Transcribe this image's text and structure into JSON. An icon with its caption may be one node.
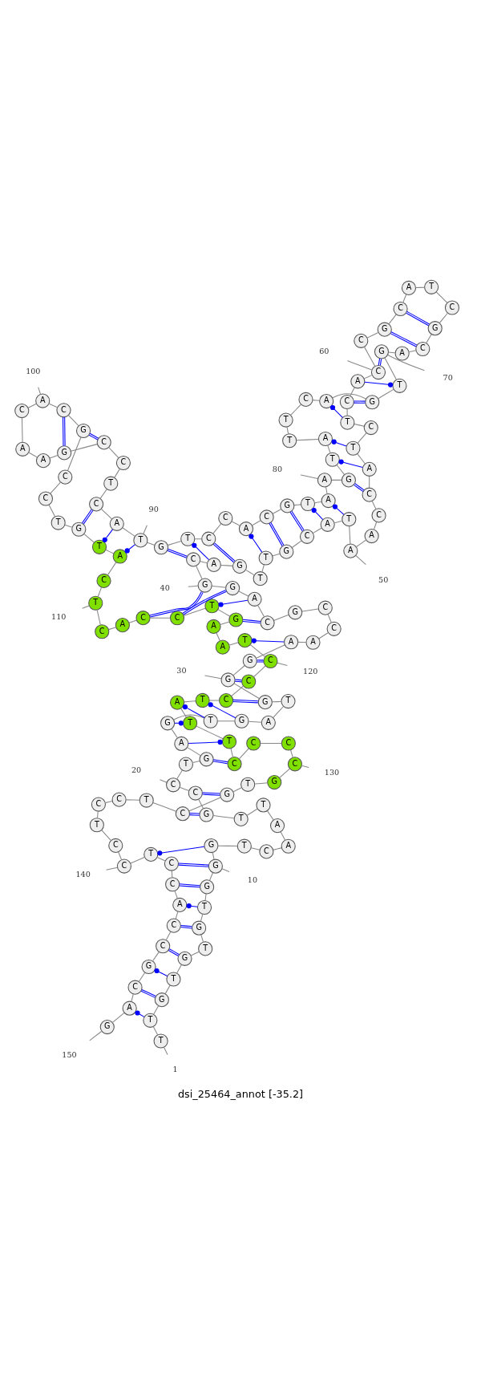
{
  "diagram": {
    "title": "dsi_25464_annot [-35.2]",
    "nodes": [
      {
        "text": [
          "T"
        ]
      },
      {
        "text": [
          "T"
        ]
      },
      {
        "text": [
          "G"
        ]
      },
      {
        "text": [
          "T"
        ]
      },
      {
        "text": [
          "G"
        ]
      },
      {
        "text": [
          "T"
        ]
      },
      {
        "text": [
          "G"
        ]
      },
      {
        "text": [
          "T"
        ]
      },
      {
        "text": [
          "G"
        ]
      },
      {
        "text": [
          "G"
        ]
      },
      {
        "text": [
          "G"
        ]
      },
      {
        "text": [
          "T"
        ]
      },
      {
        "text": [
          "C"
        ]
      },
      {
        "text": [
          "A"
        ]
      },
      {
        "text": [
          "A"
        ]
      },
      {
        "text": [
          "T"
        ]
      },
      {
        "text": [
          "T"
        ]
      },
      {
        "text": [
          "G"
        ]
      },
      {
        "text": [
          "C"
        ]
      },
      {
        "text": [
          "C"
        ]
      },
      {
        "text": [
          "T"
        ]
      },
      {
        "text": [
          "G"
        ]
      },
      {
        "text": [
          "A"
        ]
      },
      {
        "text": [
          "G"
        ]
      },
      {
        "text": [
          "T"
        ]
      },
      {
        "text": [
          "G"
        ]
      },
      {
        "text": [
          "A"
        ]
      },
      {
        "text": [
          "T"
        ]
      },
      {
        "text": [
          "G"
        ]
      },
      {
        "text": [
          "G"
        ]
      },
      {
        "text": [
          "G"
        ]
      },
      {
        "text": [
          "A"
        ]
      },
      {
        "text": [
          "A"
        ]
      },
      {
        "text": [
          "C"
        ]
      },
      {
        "text": [
          "C"
        ]
      },
      {
        "text": [
          "G"
        ]
      },
      {
        "text": [
          "C"
        ]
      },
      {
        "text": [
          "A"
        ]
      },
      {
        "text": [
          "G"
        ]
      },
      {
        "text": [
          "G"
        ]
      },
      {
        "text": [
          "C"
        ]
      },
      {
        "text": [
          "A"
        ]
      },
      {
        "text": [
          "G"
        ]
      },
      {
        "text": [
          "T"
        ]
      },
      {
        "text": [
          "T"
        ]
      },
      {
        "text": [
          "G"
        ]
      },
      {
        "text": [
          "C"
        ]
      },
      {
        "text": [
          "A"
        ]
      },
      {
        "text": [
          "T"
        ]
      },
      {
        "text": [
          "A"
        ]
      },
      {
        "text": [
          "A"
        ]
      },
      {
        "text": [
          "C"
        ]
      },
      {
        "text": [
          "C"
        ]
      },
      {
        "text": [
          "A"
        ]
      },
      {
        "text": [
          "T"
        ]
      },
      {
        "text": [
          "C"
        ]
      },
      {
        "text": [
          "T"
        ]
      },
      {
        "text": [
          "C"
        ]
      },
      {
        "text": [
          "A"
        ]
      },
      {
        "text": [
          "C"
        ]
      },
      {
        "text": [
          "C"
        ]
      },
      {
        "text": [
          "G"
        ]
      },
      {
        "text": [
          "C"
        ]
      },
      {
        "text": [
          "A"
        ]
      },
      {
        "text": [
          "T"
        ]
      },
      {
        "text": [
          "C"
        ]
      },
      {
        "text": [
          "G"
        ]
      },
      {
        "text": [
          "C"
        ]
      },
      {
        "text": [
          "A"
        ]
      },
      {
        "text": [
          "G"
        ]
      },
      {
        "text": [
          "T"
        ]
      },
      {
        "text": [
          "G"
        ]
      },
      {
        "text": [
          "A"
        ]
      },
      {
        "text": [
          "C"
        ]
      },
      {
        "text": [
          "T"
        ]
      },
      {
        "text": [
          "T"
        ]
      },
      {
        "text": [
          "A"
        ]
      },
      {
        "text": [
          "T"
        ]
      },
      {
        "text": [
          "G"
        ]
      },
      {
        "text": [
          "A"
        ]
      },
      {
        "text": [
          "A"
        ]
      },
      {
        "text": [
          "T"
        ]
      },
      {
        "text": [
          "G"
        ]
      },
      {
        "text": [
          "C"
        ]
      },
      {
        "text": [
          "A"
        ]
      },
      {
        "text": [
          "C"
        ]
      },
      {
        "text": [
          "C"
        ]
      },
      {
        "text": [
          "T"
        ]
      },
      {
        "text": [
          "G"
        ]
      },
      {
        "text": [
          "T"
        ]
      },
      {
        "text": [
          "A"
        ]
      },
      {
        "text": [
          "C"
        ]
      },
      {
        "text": [
          "T"
        ]
      },
      {
        "text": [
          "C"
        ]
      },
      {
        "text": [
          "C"
        ]
      },
      {
        "text": [
          "G"
        ]
      },
      {
        "text": [
          "A"
        ]
      },
      {
        "text": [
          "A"
        ]
      },
      {
        "text": [
          "C"
        ]
      },
      {
        "text": [
          "A"
        ]
      },
      {
        "text": [
          "C"
        ]
      },
      {
        "text": [
          "G"
        ]
      },
      {
        "text": [
          "C"
        ]
      },
      {
        "text": [
          "C"
        ]
      },
      {
        "text": [
          "T"
        ]
      },
      {
        "text": [
          "G"
        ]
      },
      {
        "text": [
          "T"
        ]
      },
      {
        "text": [
          "A"
        ]
      },
      {
        "text": [
          "C"
        ]
      },
      {
        "text": [
          "T"
        ]
      },
      {
        "text": [
          "C"
        ]
      },
      {
        "text": [
          "A"
        ]
      },
      {
        "text": [
          "C"
        ]
      },
      {
        "text": [
          "C"
        ]
      },
      {
        "text": [
          "T"
        ]
      },
      {
        "text": [
          "G"
        ]
      },
      {
        "text": [
          "A"
        ]
      },
      {
        "text": [
          "A"
        ]
      },
      {
        "text": [
          "T"
        ]
      },
      {
        "text": [
          "C"
        ]
      },
      {
        "text": [
          "C"
        ]
      },
      {
        "text": [
          "C"
        ]
      },
      {
        "text": [
          "T"
        ]
      },
      {
        "text": [
          "A"
        ]
      },
      {
        "text": [
          "T"
        ]
      },
      {
        "text": [
          "T"
        ]
      },
      {
        "text": [
          "C"
        ]
      },
      {
        "text": [
          "C"
        ]
      },
      {
        "text": [
          "C"
        ]
      },
      {
        "text": [
          "C"
        ]
      },
      {
        "text": [
          "G"
        ]
      },
      {
        "text": [
          "T"
        ]
      },
      {
        "text": [
          "G"
        ]
      },
      {
        "text": [
          "C"
        ]
      },
      {
        "text": [
          "T"
        ]
      },
      {
        "text": [
          "C"
        ]
      },
      {
        "text": [
          "C"
        ]
      },
      {
        "text": [
          "T"
        ]
      },
      {
        "text": [
          "C"
        ]
      },
      {
        "text": [
          "C"
        ]
      },
      {
        "text": [
          "T"
        ]
      },
      {
        "text": [
          "C"
        ]
      },
      {
        "text": [
          "C"
        ]
      },
      {
        "text": [
          "A"
        ]
      },
      {
        "text": [
          "C"
        ]
      },
      {
        "text": [
          "C"
        ]
      },
      {
        "text": [
          "G"
        ]
      },
      {
        "text": [
          "C"
        ]
      },
      {
        "text": [
          "A"
        ]
      },
      {
        "text": [
          "G"
        ]
      },
      {
        "text": [
          "1"
        ]
      },
      {
        "text": [
          "10"
        ]
      },
      {
        "text": [
          "20"
        ]
      },
      {
        "text": [
          "30"
        ]
      },
      {
        "text": [
          "40"
        ]
      },
      {
        "text": [
          "50"
        ]
      },
      {
        "text": [
          "60"
        ]
      },
      {
        "text": [
          "70"
        ]
      },
      {
        "text": [
          "80"
        ]
      },
      {
        "text": [
          "90"
        ]
      },
      {
        "text": [
          "100"
        ]
      },
      {
        "text": [
          "110"
        ]
      },
      {
        "text": [
          "120"
        ]
      },
      {
        "text": [
          "130"
        ]
      },
      {
        "text": [
          "140"
        ]
      },
      {
        "text": [
          "150"
        ]
      }
    ],
    "edges": [
      {
        "from": 0,
        "to": 1,
        "arrow": "none"
      },
      {
        "from": 1,
        "to": 2,
        "arrow": "none"
      },
      {
        "from": 2,
        "to": 3,
        "arrow": "none"
      },
      {
        "from": 3,
        "to": 4,
        "arrow": "none"
      },
      {
        "from": 4,
        "to": 5,
        "arrow": "none"
      },
      {
        "from": 5,
        "to": 6,
        "arrow": "none"
      },
      {
        "from": 6,
        "to": 7,
        "arrow": "none"
      },
      {
        "from": 7,
        "to": 8,
        "arrow": "none"
      },
      {
        "from": 8,
        "to": 9,
        "arrow": "none"
      },
      {
        "from": 9,
        "to": 10,
        "arrow": "none"
      },
      {
        "from": 10,
        "to": 11,
        "arrow": "none"
      },
      {
        "from": 11,
        "to": 12,
        "arrow": "none"
      },
      {
        "from": 12,
        "to": 13,
        "arrow": "none"
      },
      {
        "from": 13,
        "to": 14,
        "arrow": "none"
      },
      {
        "from": 14,
        "to": 15,
        "arrow": "none"
      },
      {
        "from": 15,
        "to": 16,
        "arrow": "none"
      },
      {
        "from": 16,
        "to": 17,
        "arrow": "none"
      },
      {
        "from": 17,
        "to": 18,
        "arrow": "none"
      },
      {
        "from": 18,
        "to": 19,
        "arrow": "none"
      },
      {
        "from": 19,
        "to": 20,
        "arrow": "none"
      },
      {
        "from": 20,
        "to": 21,
        "arrow": "none"
      },
      {
        "from": 21,
        "to": 22,
        "arrow": "none"
      },
      {
        "from": 22,
        "to": 23,
        "arrow": "none"
      },
      {
        "from": 23,
        "to": 24,
        "arrow": "none"
      },
      {
        "from": 24,
        "to": 25,
        "arrow": "none"
      },
      {
        "from": 25,
        "to": 26,
        "arrow": "none"
      },
      {
        "from": 26,
        "to": 27,
        "arrow": "none"
      },
      {
        "from": 27,
        "to": 28,
        "arrow": "none"
      },
      {
        "from": 28,
        "to": 29,
        "arrow": "none"
      },
      {
        "from": 29,
        "to": 30,
        "arrow": "none"
      },
      {
        "from": 30,
        "to": 31,
        "arrow": "none"
      },
      {
        "from": 31,
        "to": 32,
        "arrow": "none"
      },
      {
        "from": 32,
        "to": 33,
        "arrow": "none"
      },
      {
        "from": 33,
        "to": 34,
        "arrow": "none"
      },
      {
        "from": 34,
        "to": 35,
        "arrow": "none"
      },
      {
        "from": 35,
        "to": 36,
        "arrow": "none"
      },
      {
        "from": 36,
        "to": 37,
        "arrow": "none"
      },
      {
        "from": 37,
        "to": 38,
        "arrow": "none"
      },
      {
        "from": 38,
        "to": 39,
        "arrow": "none"
      },
      {
        "from": 39,
        "to": 40,
        "arrow": "none"
      },
      {
        "from": 40,
        "to": 41,
        "arrow": "none"
      },
      {
        "from": 41,
        "to": 42,
        "arrow": "none"
      },
      {
        "from": 42,
        "to": 43,
        "arrow": "none"
      },
      {
        "from": 43,
        "to": 44,
        "arrow": "none"
      },
      {
        "from": 44,
        "to": 45,
        "arrow": "none"
      },
      {
        "from": 45,
        "to": 46,
        "arrow": "none"
      },
      {
        "from": 46,
        "to": 47,
        "arrow": "none"
      },
      {
        "from": 47,
        "to": 48,
        "arrow": "none"
      },
      {
        "from": 48,
        "to": 49,
        "arrow": "none"
      },
      {
        "from": 49,
        "to": 50,
        "arrow": "none"
      },
      {
        "from": 50,
        "to": 51,
        "arrow": "none"
      },
      {
        "from": 51,
        "to": 52,
        "arrow": "none"
      },
      {
        "from": 52,
        "to": 53,
        "arrow": "none"
      },
      {
        "from": 53,
        "to": 54,
        "arrow": "none"
      },
      {
        "from": 54,
        "to": 55,
        "arrow": "none"
      },
      {
        "from": 55,
        "to": 56,
        "arrow": "none"
      },
      {
        "from": 56,
        "to": 57,
        "arrow": "none"
      },
      {
        "from": 57,
        "to": 58,
        "arrow": "none"
      },
      {
        "from": 58,
        "to": 59,
        "arrow": "none"
      },
      {
        "from": 59,
        "to": 60,
        "arrow": "none"
      },
      {
        "from": 60,
        "to": 61,
        "arrow": "none"
      },
      {
        "from": 61,
        "to": 62,
        "arrow": "none"
      },
      {
        "from": 62,
        "to": 63,
        "arrow": "none"
      },
      {
        "from": 63,
        "to": 64,
        "arrow": "none"
      },
      {
        "from": 64,
        "to": 65,
        "arrow": "none"
      },
      {
        "from": 65,
        "to": 66,
        "arrow": "none"
      },
      {
        "from": 66,
        "to": 67,
        "arrow": "none"
      },
      {
        "from": 67,
        "to": 68,
        "arrow": "none"
      },
      {
        "from": 68,
        "to": 69,
        "arrow": "none"
      },
      {
        "from": 69,
        "to": 70,
        "arrow": "none"
      },
      {
        "from": 70,
        "to": 71,
        "arrow": "none"
      },
      {
        "from": 71,
        "to": 72,
        "arrow": "none"
      },
      {
        "from": 72,
        "to": 73,
        "arrow": "none"
      },
      {
        "from": 73,
        "to": 74,
        "arrow": "none"
      },
      {
        "from": 74,
        "to": 75,
        "arrow": "none"
      },
      {
        "from": 75,
        "to": 76,
        "arrow": "none"
      },
      {
        "from": 76,
        "to": 77,
        "arrow": "none"
      },
      {
        "from": 77,
        "to": 78,
        "arrow": "none"
      },
      {
        "from": 78,
        "to": 79,
        "arrow": "none"
      },
      {
        "from": 79,
        "to": 80,
        "arrow": "none"
      },
      {
        "from": 80,
        "to": 81,
        "arrow": "none"
      },
      {
        "from": 81,
        "to": 82,
        "arrow": "none"
      },
      {
        "from": 82,
        "to": 83,
        "arrow": "none"
      },
      {
        "from": 83,
        "to": 84,
        "arrow": "none"
      },
      {
        "from": 84,
        "to": 85,
        "arrow": "none"
      },
      {
        "from": 85,
        "to": 86,
        "arrow": "none"
      },
      {
        "from": 86,
        "to": 87,
        "arrow": "none"
      },
      {
        "from": 87,
        "to": 88,
        "arrow": "none"
      },
      {
        "from": 88,
        "to": 89,
        "arrow": "none"
      },
      {
        "from": 89,
        "to": 90,
        "arrow": "none"
      },
      {
        "from": 90,
        "to": 91,
        "arrow": "none"
      },
      {
        "from": 91,
        "to": 92,
        "arrow": "none"
      },
      {
        "from": 92,
        "to": 93,
        "arrow": "none"
      },
      {
        "from": 93,
        "to": 94,
        "arrow": "none"
      },
      {
        "from": 94,
        "to": 95,
        "arrow": "none"
      },
      {
        "from": 95,
        "to": 96,
        "arrow": "none"
      },
      {
        "from": 96,
        "to": 97,
        "arrow": "none"
      },
      {
        "from": 97,
        "to": 98,
        "arrow": "none"
      },
      {
        "from": 98,
        "to": 99,
        "arrow": "none"
      },
      {
        "from": 99,
        "to": 100,
        "arrow": "none"
      },
      {
        "from": 100,
        "to": 101,
        "arrow": "none"
      },
      {
        "from": 101,
        "to": 102,
        "arrow": "none"
      },
      {
        "from": 102,
        "to": 103,
        "arrow": "none"
      },
      {
        "from": 103,
        "to": 104,
        "arrow": "none"
      },
      {
        "from": 104,
        "to": 105,
        "arrow": "none"
      },
      {
        "from": 105,
        "to": 106,
        "arrow": "none"
      },
      {
        "from": 106,
        "to": 107,
        "arrow": "none"
      },
      {
        "from": 107,
        "to": 108,
        "arrow": "none"
      },
      {
        "from": 108,
        "to": 109,
        "arrow": "none"
      },
      {
        "from": 109,
        "to": 110,
        "arrow": "none"
      },
      {
        "from": 110,
        "to": 111,
        "arrow": "none"
      },
      {
        "from": 111,
        "to": 112,
        "arrow": "none"
      },
      {
        "from": 112,
        "to": 113,
        "arrow": "none"
      },
      {
        "from": 113,
        "to": 114,
        "arrow": "none"
      },
      {
        "from": 114,
        "to": 115,
        "arrow": "none"
      },
      {
        "from": 115,
        "to": 116,
        "arrow": "none"
      },
      {
        "from": 116,
        "to": 117,
        "arrow": "none"
      },
      {
        "from": 117,
        "to": 118,
        "arrow": "none"
      },
      {
        "from": 118,
        "to": 119,
        "arrow": "none"
      },
      {
        "from": 119,
        "to": 120,
        "arrow": "none"
      },
      {
        "from": 120,
        "to": 121,
        "arrow": "none"
      },
      {
        "from": 121,
        "to": 122,
        "arrow": "none"
      },
      {
        "from": 122,
        "to": 123,
        "arrow": "none"
      },
      {
        "from": 123,
        "to": 124,
        "arrow": "none"
      },
      {
        "from": 124,
        "to": 125,
        "arrow": "none"
      },
      {
        "from": 125,
        "to": 126,
        "arrow": "none"
      },
      {
        "from": 126,
        "to": 127,
        "arrow": "none"
      },
      {
        "from": 127,
        "to": 128,
        "arrow": "none"
      },
      {
        "from": 128,
        "to": 129,
        "arrow": "none"
      },
      {
        "from": 129,
        "to": 130,
        "arrow": "none"
      },
      {
        "from": 130,
        "to": 131,
        "arrow": "none"
      },
      {
        "from": 131,
        "to": 132,
        "arrow": "none"
      },
      {
        "from": 132,
        "to": 133,
        "arrow": "none"
      },
      {
        "from": 133,
        "to": 134,
        "arrow": "none"
      },
      {
        "from": 134,
        "to": 135,
        "arrow": "none"
      },
      {
        "from": 135,
        "to": 136,
        "arrow": "none"
      },
      {
        "from": 136,
        "to": 137,
        "arrow": "none"
      },
      {
        "from": 137,
        "to": 138,
        "arrow": "none"
      },
      {
        "from": 138,
        "to": 139,
        "arrow": "none"
      },
      {
        "from": 139,
        "to": 140,
        "arrow": "none"
      },
      {
        "from": 140,
        "to": 141,
        "arrow": "none"
      },
      {
        "from": 141,
        "to": 142,
        "arrow": "none"
      },
      {
        "from": 142,
        "to": 143,
        "arrow": "none"
      },
      {
        "from": 143,
        "to": 144,
        "arrow": "none"
      },
      {
        "from": 144,
        "to": 145,
        "arrow": "none"
      },
      {
        "from": 145,
        "to": 146,
        "arrow": "none"
      },
      {
        "from": 146,
        "to": 147,
        "arrow": "none"
      },
      {
        "from": 147,
        "to": 148,
        "arrow": "none"
      },
      {
        "from": 148,
        "to": 149,
        "arrow": "none"
      },
      {
        "from": 1,
        "to": 148,
        "arrow": "other",
        "color": "#0000ff"
      },
      {
        "from": 2,
        "to": 147,
        "arrow": "none",
        "color": "#0000ff"
      },
      {
        "from": 3,
        "to": 146,
        "arrow": "other",
        "color": "#0000ff"
      },
      {
        "from": 4,
        "to": 145,
        "arrow": "none",
        "color": "#0000ff"
      },
      {
        "from": 6,
        "to": 144,
        "arrow": "none",
        "color": "#0000ff"
      },
      {
        "from": 7,
        "to": 143,
        "arrow": "other",
        "color": "#0000ff"
      },
      {
        "from": 8,
        "to": 142,
        "arrow": "none",
        "color": "#0000ff"
      },
      {
        "from": 9,
        "to": 141,
        "arrow": "none",
        "color": "#0000ff"
      },
      {
        "from": 10,
        "to": 140,
        "arrow": "other",
        "color": "#0000ff"
      },
      {
        "from": 17,
        "to": 133,
        "arrow": "none",
        "color": "#0000ff"
      },
      {
        "from": 18,
        "to": 132,
        "arrow": "none",
        "color": "#0000ff"
      },
      {
        "from": 21,
        "to": 126,
        "arrow": "none",
        "color": "#0000ff"
      },
      {
        "from": 22,
        "to": 125,
        "arrow": "other",
        "color": "#0000ff"
      },
      {
        "from": 23,
        "to": 124,
        "arrow": "other",
        "color": "#0000ff"
      },
      {
        "from": 24,
        "to": 123,
        "arrow": "other",
        "color": "#0000ff"
      },
      {
        "from": 25,
        "to": 122,
        "arrow": "other",
        "color": "#0000ff"
      },
      {
        "from": 28,
        "to": 121,
        "arrow": "none",
        "color": "#0000ff"
      },
      {
        "from": 29,
        "to": 120,
        "arrow": "none",
        "color": "#0000ff"
      },
      {
        "from": 30,
        "to": 119,
        "arrow": "none",
        "color": "#0000ff"
      },
      {
        "from": 31,
        "to": 118,
        "arrow": "other",
        "color": "#0000ff"
      },
      {
        "from": 36,
        "to": 115,
        "arrow": "none",
        "color": "#0000ff"
      },
      {
        "from": 37,
        "to": 114,
        "arrow": "other",
        "color": "#0000ff"
      },
      {
        "from": 38,
        "to": 113,
        "arrow": "none",
        "color": "#0000ff"
      },
      {
        "from": 39,
        "to": 112,
        "arrow": "none",
        "color": "#0000ff"
      },
      {
        "from": 40,
        "to": 88,
        "arrow": "none",
        "color": "#0000ff"
      },
      {
        "from": 41,
        "to": 87,
        "arrow": "other",
        "color": "#0000ff"
      },
      {
        "from": 42,
        "to": 86,
        "arrow": "none",
        "color": "#0000ff"
      },
      {
        "from": 44,
        "to": 84,
        "arrow": "other",
        "color": "#0000ff"
      },
      {
        "from": 45,
        "to": 83,
        "arrow": "none",
        "color": "#0000ff"
      },
      {
        "from": 46,
        "to": 82,
        "arrow": "none",
        "color": "#0000ff"
      },
      {
        "from": 47,
        "to": 81,
        "arrow": "other",
        "color": "#0000ff"
      },
      {
        "from": 48,
        "to": 80,
        "arrow": "other",
        "color": "#0000ff"
      },
      {
        "from": 52,
        "to": 78,
        "arrow": "none",
        "color": "#0000ff"
      },
      {
        "from": 53,
        "to": 77,
        "arrow": "other",
        "color": "#0000ff"
      },
      {
        "from": 54,
        "to": 76,
        "arrow": "other",
        "color": "#0000ff"
      },
      {
        "from": 56,
        "to": 72,
        "arrow": "other",
        "color": "#0000ff"
      },
      {
        "from": 57,
        "to": 71,
        "arrow": "none",
        "color": "#0000ff"
      },
      {
        "from": 58,
        "to": 70,
        "arrow": "other",
        "color": "#0000ff"
      },
      {
        "from": 59,
        "to": 69,
        "arrow": "none",
        "color": "#0000ff"
      },
      {
        "from": 61,
        "to": 67,
        "arrow": "none",
        "color": "#0000ff"
      },
      {
        "from": 62,
        "to": 66,
        "arrow": "none",
        "color": "#0000ff"
      },
      {
        "from": 89,
        "to": 107,
        "arrow": "other",
        "color": "#0000ff"
      },
      {
        "from": 90,
        "to": 106,
        "arrow": "other",
        "color": "#0000ff"
      },
      {
        "from": 91,
        "to": 105,
        "arrow": "none",
        "color": "#0000ff"
      },
      {
        "from": 94,
        "to": 101,
        "arrow": "none",
        "color": "#0000ff"
      },
      {
        "from": 95,
        "to": 100,
        "arrow": "none",
        "color": "#0000ff"
      },
      {
        "from": 150,
        "to": 0,
        "arrow": "none"
      },
      {
        "from": 151,
        "to": 9,
        "arrow": "none"
      },
      {
        "from": 152,
        "to": 19,
        "arrow": "none"
      },
      {
        "from": 153,
        "to": 29,
        "arrow": "none"
      },
      {
        "from": 154,
        "to": 39,
        "arrow": "none"
      },
      {
        "from": 155,
        "to": 49,
        "arrow": "none"
      },
      {
        "from": 156,
        "to": 59,
        "arrow": "none"
      },
      {
        "from": 157,
        "to": 69,
        "arrow": "none"
      },
      {
        "from": 158,
        "to": 79,
        "arrow": "none"
      },
      {
        "from": 159,
        "to": 89,
        "arrow": "none"
      },
      {
        "from": 160,
        "to": 99,
        "arrow": "none"
      },
      {
        "from": 161,
        "to": 109,
        "arrow": "none"
      },
      {
        "from": 162,
        "to": 119,
        "arrow": "none"
      },
      {
        "from": 163,
        "to": 129,
        "arrow": "none"
      },
      {
        "from": 164,
        "to": 139,
        "arrow": "none"
      },
      {
        "from": 165,
        "to": 149,
        "arrow": "none"
      }
    ]
  }
}
